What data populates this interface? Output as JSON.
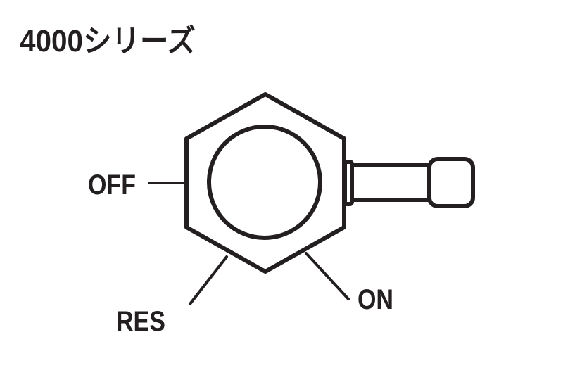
{
  "title": "4000シリーズ",
  "labels": {
    "off": "OFF",
    "res": "RES",
    "on": "ON"
  },
  "colors": {
    "stroke": "#231f20",
    "background": "#ffffff"
  }
}
